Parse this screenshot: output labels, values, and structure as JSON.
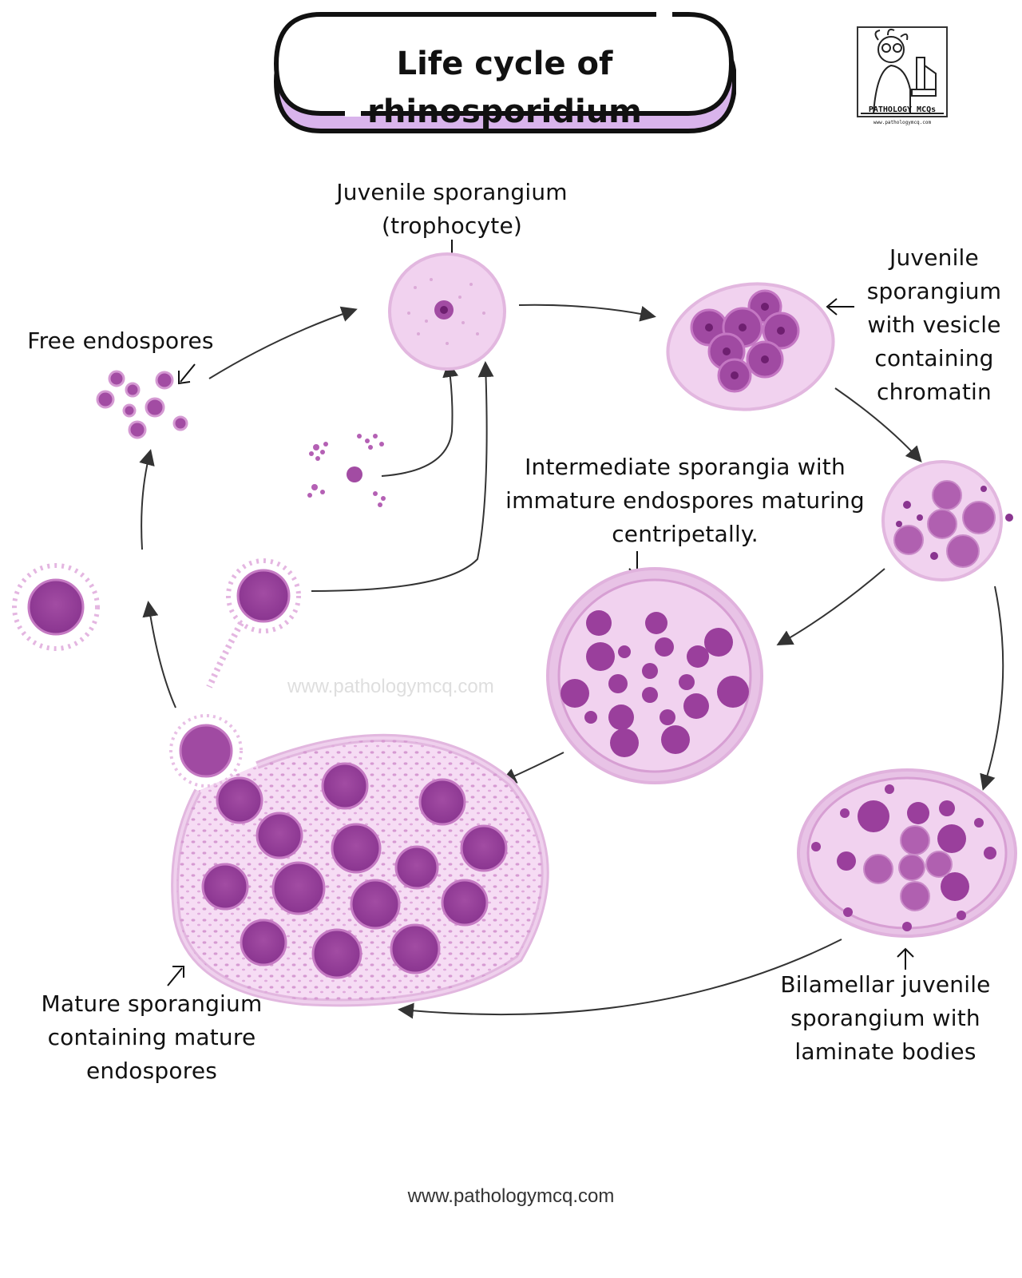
{
  "title": "Life cycle of rhinosporidium",
  "logo": {
    "icon": "scientist-with-microscope-icon",
    "name": "PATHOLOGY MCQs",
    "url": "www.pathologymcq.com"
  },
  "labels": {
    "juvenile_trophocyte": [
      "Juvenile sporangium",
      "(trophocyte)"
    ],
    "juvenile_vesicle": [
      "Juvenile",
      "sporangium",
      "with vesicle",
      "containing",
      "chromatin"
    ],
    "free_endospores": [
      "Free endospores"
    ],
    "intermediate": [
      "Intermediate sporangia with",
      "immature endospores maturing",
      "centripetally."
    ],
    "mature": [
      "Mature sporangium",
      "containing mature",
      "endospores"
    ],
    "bilamellar": [
      "Bilamellar juvenile",
      "sporangium with",
      "laminate bodies"
    ]
  },
  "watermark": "www.pathologymcq.com",
  "footer": "www.pathologymcq.com",
  "colors": {
    "membrane": "#e9c9e6",
    "cell_fill": "#efcdeb",
    "spore": "#9a3f9c",
    "spore_light": "#b96ab6",
    "title_accent": "#d9b4ec"
  }
}
